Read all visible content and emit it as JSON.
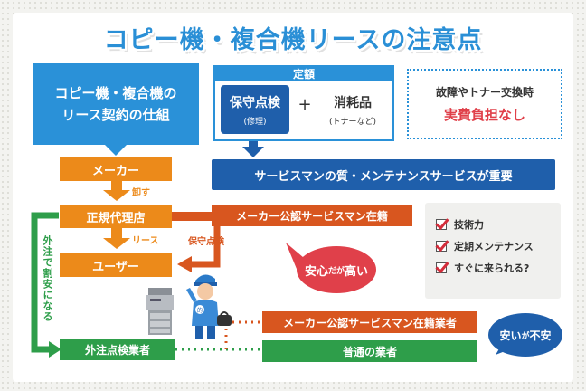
{
  "title": "コピー機・複合機リースの注意点",
  "contract_box": {
    "line1": "コピー機・複合機の",
    "line2": "リース契約の仕組"
  },
  "fixed_fee": {
    "header": "定額",
    "maintenance_label": "保守点検",
    "maintenance_sub": "(修理)",
    "plus": "+",
    "consumables_label": "消耗品",
    "consumables_sub": "(トナーなど)"
  },
  "no_cost": {
    "line1": "故障やトナー交換時",
    "line2": "実費負担なし"
  },
  "service_banner": "サービスマンの質・メンテナンスサービスが重要",
  "maker": "メーカー",
  "wholesale_label": "卸す",
  "dealer": "正規代理店",
  "lease_label": "リース",
  "user": "ユーザー",
  "maker_serviceman": "メーカー公認サービスマン在籍",
  "maintenance_check_label": "保守点検",
  "reassuring_bubble": {
    "strong": "安心",
    "small": "だが",
    "tail": "高い"
  },
  "checklist": [
    "技術力",
    "定期メンテナンス",
    "すぐに来られる?"
  ],
  "outsource_label": "外注で割安になる",
  "certified_vendor": "メーカー公認サービスマン在籍業者",
  "outsource_vendor": "外注点検業者",
  "normal_vendor": "普通の業者",
  "cheap_bubble": {
    "strong": "安い",
    "small": "が",
    "tail": "不安"
  },
  "person_badge": "的",
  "colors": {
    "title_blue": "#2a8fd6",
    "orange": "#ec8a1a",
    "dark_orange": "#d8561f",
    "green": "#2e9e4a",
    "navy": "#1f5fab",
    "red": "#e0404a"
  }
}
